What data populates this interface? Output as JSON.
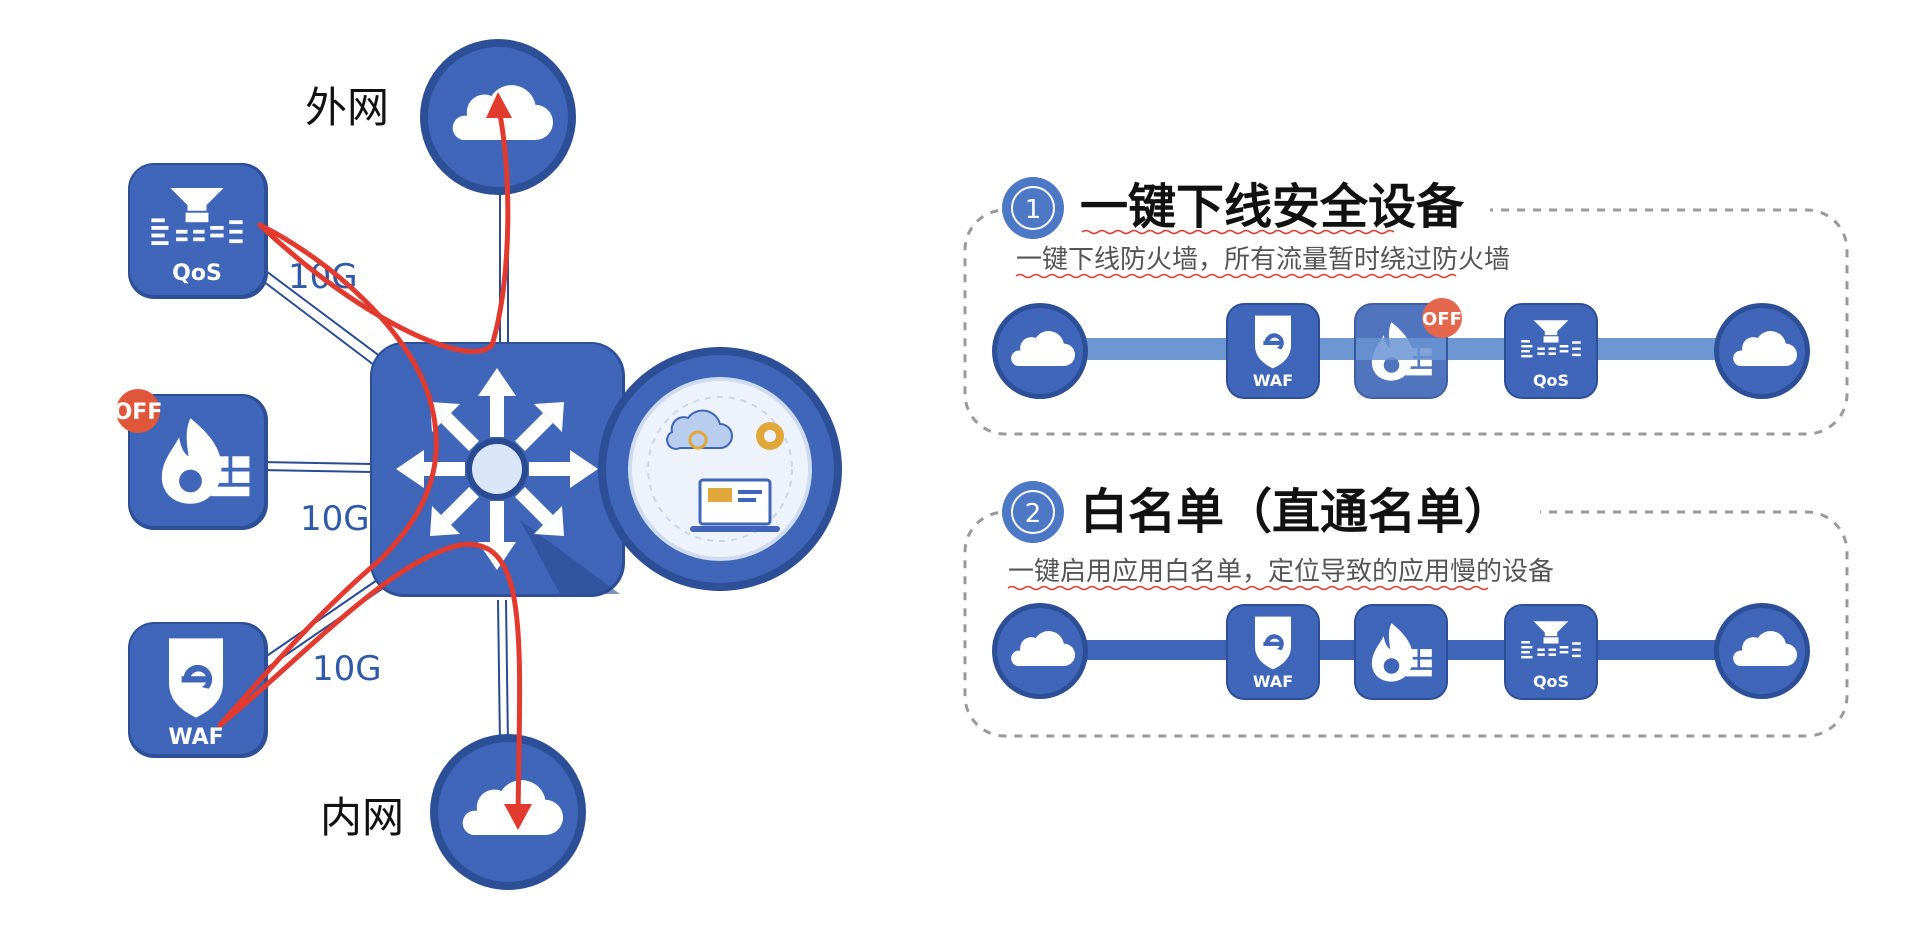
{
  "labels": {
    "wan": "外网",
    "lan": "内网",
    "link_speed": "10G"
  },
  "badges": {
    "off": "OFF"
  },
  "devices": {
    "qos": "QoS",
    "waf": "WAF"
  },
  "panels": [
    {
      "number": "1",
      "title": "一键下线安全设备",
      "subtitle": "一键下线防火墙，所有流量暂时绕过防火墙"
    },
    {
      "number": "2",
      "title": "白名单（直通名单）",
      "subtitle": "一键启用应用白名单，定位导致的应用慢的设备"
    }
  ],
  "colors": {
    "primary_blue": "#3f66b8",
    "dark_blue": "#2a4a92",
    "accent_red": "#e23a2e",
    "badge_orange": "#e0563a",
    "dashed_border": "#9a9a9a"
  }
}
